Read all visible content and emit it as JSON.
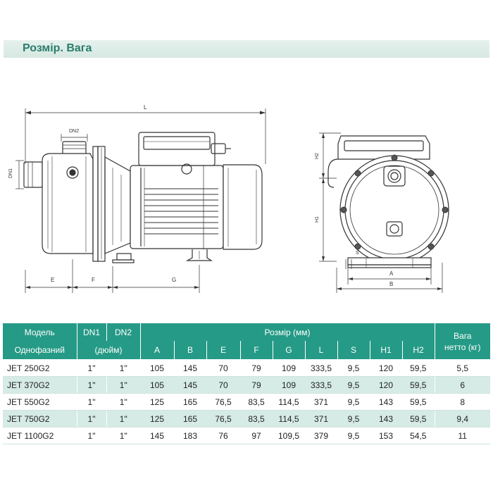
{
  "section_title": "Розмір. Вага",
  "drawing_labels": {
    "L": "L",
    "DN2": "DN2",
    "DN1": "DN1",
    "E": "E",
    "F": "F",
    "G": "G",
    "H1": "H1",
    "H2": "H2",
    "A": "A",
    "B": "B",
    "S": "S"
  },
  "table": {
    "model_header": "Модель",
    "phase_header": "Однофазний",
    "dn1_header": "DN1",
    "dn2_header": "DN2",
    "inch_header": "(дюйм)",
    "size_header": "Розмір (мм)",
    "weight_header_1": "Вага",
    "weight_header_2": "нетто (кг)",
    "columns": [
      "A",
      "B",
      "E",
      "F",
      "G",
      "L",
      "S",
      "H1",
      "H2"
    ],
    "rows": [
      {
        "model": "JET 250G2",
        "dn1": "1\"",
        "dn2": "1\"",
        "A": "105",
        "B": "145",
        "E": "70",
        "F": "79",
        "G": "109",
        "L": "333,5",
        "S": "9,5",
        "H1": "120",
        "H2": "59,5",
        "weight": "5,5"
      },
      {
        "model": "JET 370G2",
        "dn1": "1\"",
        "dn2": "1\"",
        "A": "105",
        "B": "145",
        "E": "70",
        "F": "79",
        "G": "109",
        "L": "333,5",
        "S": "9,5",
        "H1": "120",
        "H2": "59,5",
        "weight": "6"
      },
      {
        "model": "JET 550G2",
        "dn1": "1\"",
        "dn2": "1\"",
        "A": "125",
        "B": "165",
        "E": "76,5",
        "F": "83,5",
        "G": "114,5",
        "L": "371",
        "S": "9,5",
        "H1": "143",
        "H2": "59,5",
        "weight": "8"
      },
      {
        "model": "JET 750G2",
        "dn1": "1\"",
        "dn2": "1\"",
        "A": "125",
        "B": "165",
        "E": "76,5",
        "F": "83,5",
        "G": "114,5",
        "L": "371",
        "S": "9,5",
        "H1": "143",
        "H2": "59,5",
        "weight": "9,4"
      },
      {
        "model": "JET 1100G2",
        "dn1": "1\"",
        "dn2": "1\"",
        "A": "145",
        "B": "183",
        "E": "76",
        "F": "97",
        "G": "109,5",
        "L": "379",
        "S": "9,5",
        "H1": "153",
        "H2": "54,5",
        "weight": "11"
      }
    ]
  }
}
